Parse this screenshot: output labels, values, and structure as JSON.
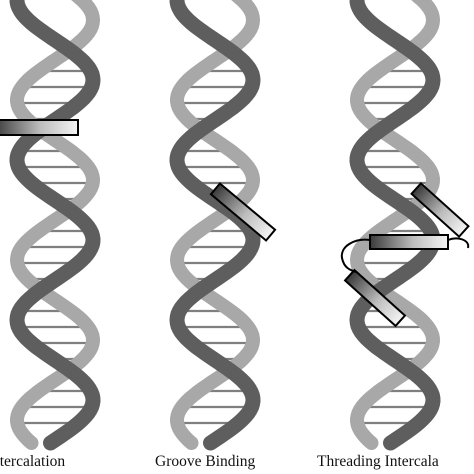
{
  "labels": {
    "left": "ntercalation",
    "middle": "Groove Binding",
    "right": "Threading Intercala"
  },
  "colors": {
    "strand_dark": "#5e5e5e",
    "strand_light": "#a8a8a8",
    "rung": "#7f7f7f",
    "ligand_outline": "#000000",
    "ligand_dark": "#3a3a3a",
    "ligand_light": "#f4f4f4"
  }
}
